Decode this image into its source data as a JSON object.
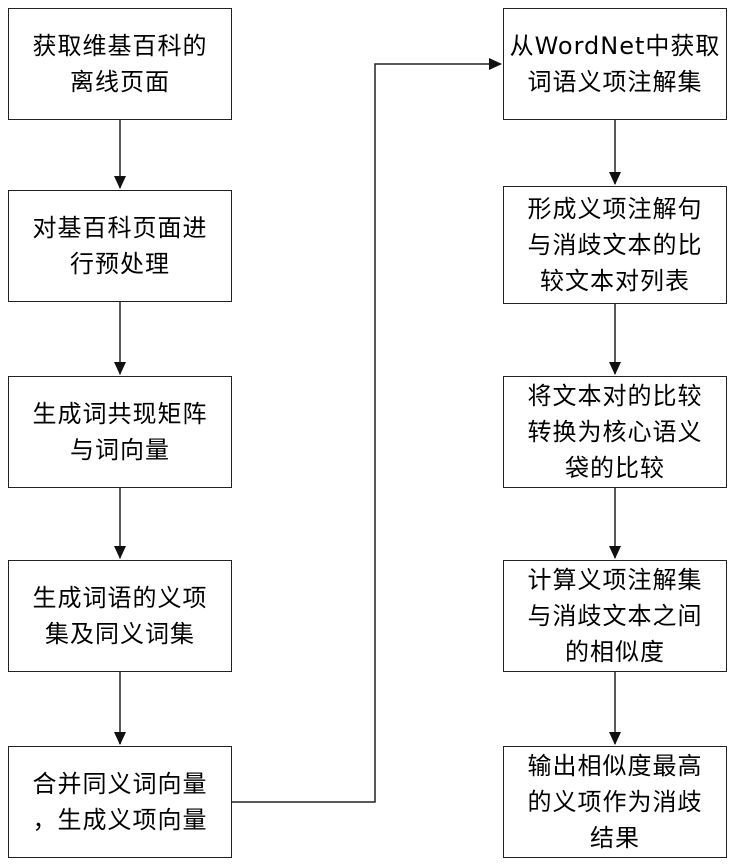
{
  "left_column": [
    {
      "line1": "获取维基百科的",
      "line2": "离线页面"
    },
    {
      "line1": "对基百科页面进",
      "line2": "行预处理"
    },
    {
      "line1": "生成词共现矩阵",
      "line2": "与词向量"
    },
    {
      "line1": "生成词语的义项",
      "line2": "集及同义词集"
    },
    {
      "line1": "合并同义词向量",
      "line2": "，生成义项向量"
    }
  ],
  "right_column": [
    {
      "line1": "从WordNet中获取",
      "line2": "词语义项注解集"
    },
    {
      "line1": "形成义项注解句",
      "line2": "与消歧文本的比",
      "line3": "较文本对列表"
    },
    {
      "line1": "将文本对的比较",
      "line2": "转换为核心语义",
      "line3": "袋的比较"
    },
    {
      "line1": "计算义项注解集",
      "line2": "与消歧文本之间",
      "line3": "的相似度"
    },
    {
      "line1": "输出相似度最高",
      "line2": "的义项作为消歧",
      "line3": "结果"
    }
  ],
  "colors": {
    "stroke": "#222222",
    "background": "#ffffff"
  }
}
